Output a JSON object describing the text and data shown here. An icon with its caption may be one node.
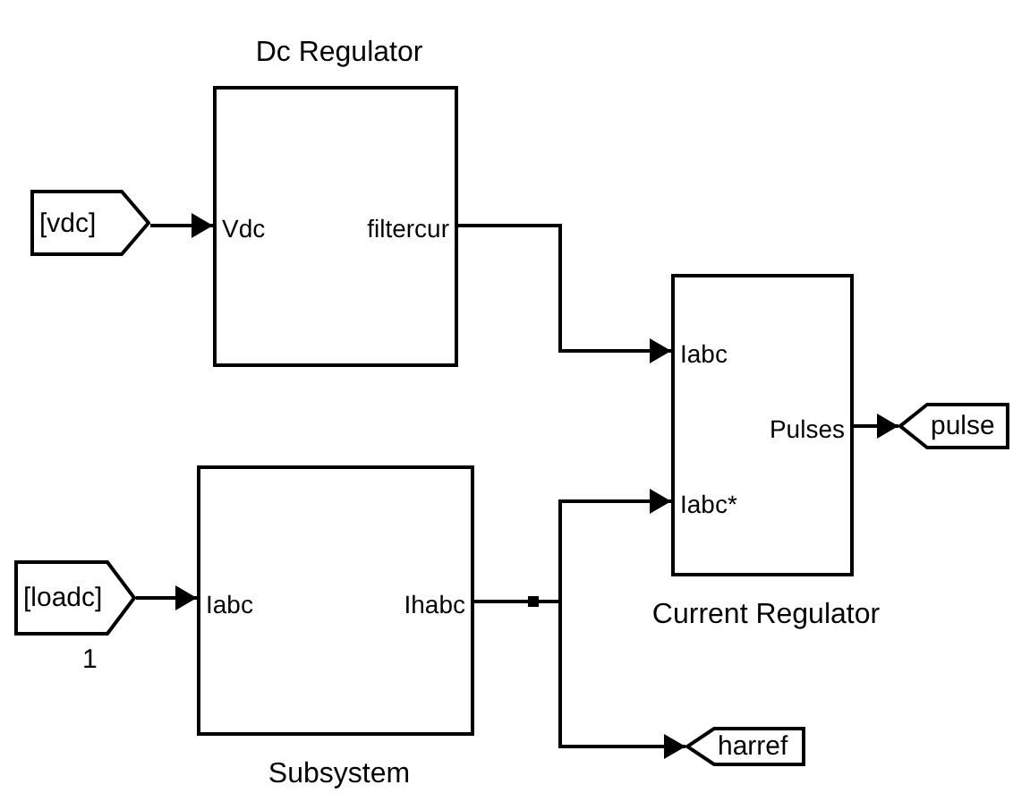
{
  "diagram": {
    "nodes": [
      {
        "text": [
          "[vdc]"
        ]
      },
      {
        "text": [
          "Dc Regulator",
          "Vdc",
          "filtercur"
        ]
      },
      {
        "text": [
          "Iabc",
          "Iabc*",
          "Pulses",
          "Current Regulator"
        ]
      },
      {
        "text": [
          "pulse"
        ]
      },
      {
        "text": [
          "[loadc]"
        ],
        "beside": [
          "1"
        ]
      },
      {
        "text": [
          "Iabc",
          "Ihabc",
          "Subsystem"
        ]
      },
      {
        "text": [
          "harref"
        ]
      }
    ],
    "edges": [
      {
        "from": 0,
        "to": 1,
        "arrow": "to"
      },
      {
        "from": 4,
        "to": 5,
        "arrow": "to"
      },
      {
        "from": 1,
        "to": 2,
        "arrow": "to"
      },
      {
        "from": 2,
        "to": 3,
        "arrow": "to"
      },
      {
        "from": 5,
        "to": 2,
        "arrow": "to"
      },
      {
        "from": 5,
        "to": 6,
        "arrow": "to"
      }
    ]
  }
}
